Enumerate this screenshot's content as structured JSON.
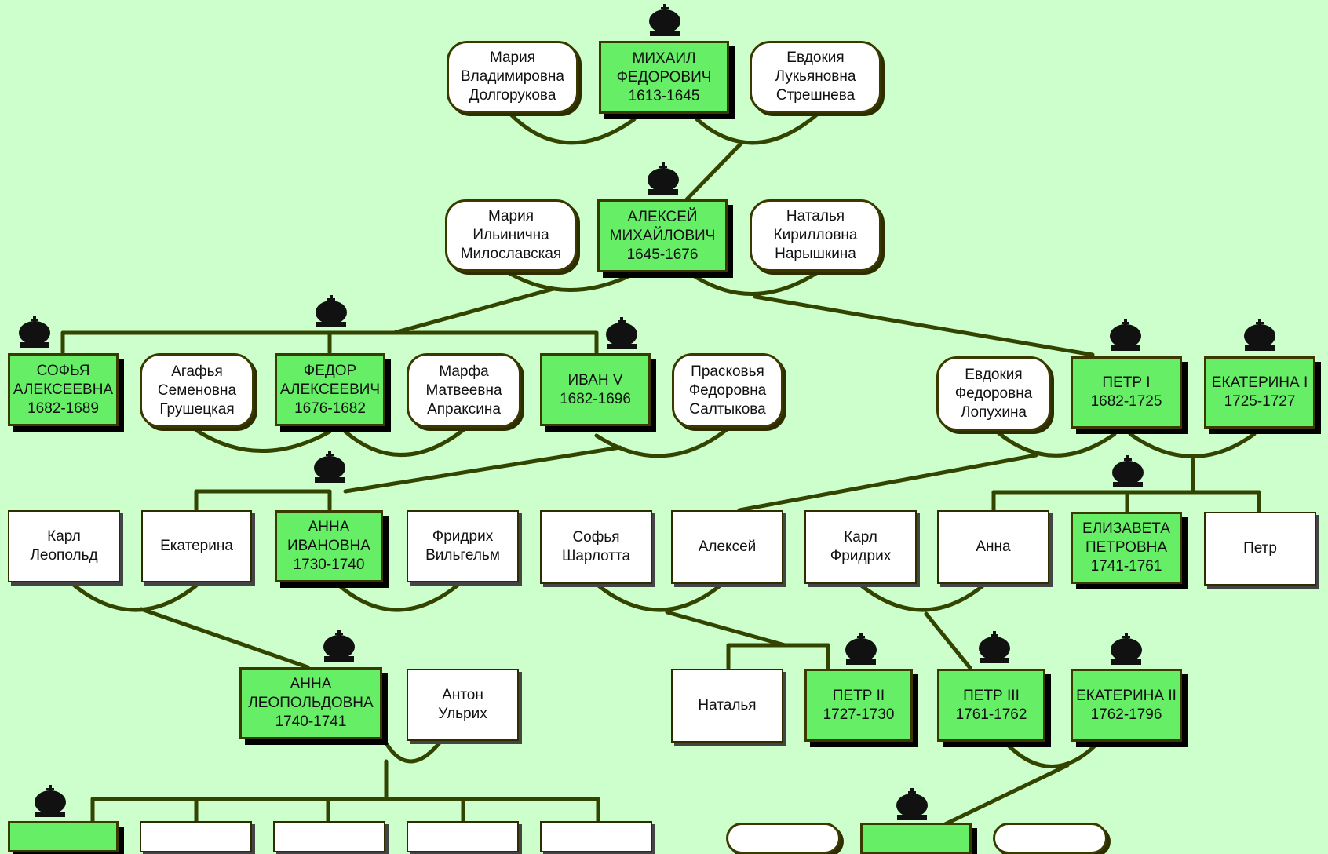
{
  "generation1": {
    "mikhail": [
      "МИХАИЛ",
      "ФЕДОРОВИЧ",
      "1613-1645"
    ],
    "dolgorukova": [
      "Мария",
      "Владимировна",
      "Долгорукова"
    ],
    "streshneva": [
      "Евдокия",
      "Лукьяновна",
      "Стрешнева"
    ]
  },
  "generation2": {
    "aleksey": [
      "АЛЕКСЕЙ",
      "МИХАЙЛОВИЧ",
      "1645-1676"
    ],
    "miloslavskaya": [
      "Мария",
      "Ильинична",
      "Милославская"
    ],
    "naryshkina": [
      "Наталья",
      "Кирилловна",
      "Нарышкина"
    ]
  },
  "generation3": {
    "sofya": [
      "СОФЬЯ",
      "АЛЕКСЕЕВНА",
      "1682-1689"
    ],
    "grushetskaya": [
      "Агафья",
      "Семеновна",
      "Грушецкая"
    ],
    "fedor": [
      "ФЕДОР",
      "АЛЕКСЕЕВИЧ",
      "1676-1682"
    ],
    "apraksina": [
      "Марфа",
      "Матвеевна",
      "Апраксина"
    ],
    "ivan5": [
      "ИВАН V",
      "1682-1696"
    ],
    "saltykova": [
      "Прасковья",
      "Федоровна",
      "Салтыкова"
    ],
    "lopukhina": [
      "Евдокия",
      "Федоровна",
      "Лопухина"
    ],
    "petr1": [
      "ПЕТР I",
      "1682-1725"
    ],
    "ekaterina1": [
      "ЕКАТЕРИНА I",
      "1725-1727"
    ]
  },
  "generation4": {
    "karl_leopold": [
      "Карл",
      "Леопольд"
    ],
    "ekaterina": [
      "Екатерина"
    ],
    "anna_ivanovna": [
      "АННА",
      "ИВАНОВНА",
      "1730-1740"
    ],
    "fridrikh_vilgelm": [
      "Фридрих",
      "Вильгельм"
    ],
    "sofya_sharlotta": [
      "Софья",
      "Шарлотта"
    ],
    "aleksey": [
      "Алексей"
    ],
    "karl_fridrikh": [
      "Карл",
      "Фридрих"
    ],
    "anna": [
      "Анна"
    ],
    "elizaveta": [
      "ЕЛИЗАВЕТА",
      "ПЕТРОВНА",
      "1741-1761"
    ],
    "petr": [
      "Петр"
    ]
  },
  "generation5": {
    "anna_leopoldovna": [
      "АННА",
      "ЛЕОПОЛЬДОВНА",
      "1740-1741"
    ],
    "anton_ulrikh": [
      "Антон",
      "Ульрих"
    ],
    "natalya": [
      "Наталья"
    ],
    "petr2": [
      "ПЕТР II",
      "1727-1730"
    ],
    "petr3": [
      "ПЕТР III",
      "1761-1762"
    ],
    "ekaterina2": [
      "ЕКАТЕРИНА II",
      "1762-1796"
    ]
  }
}
